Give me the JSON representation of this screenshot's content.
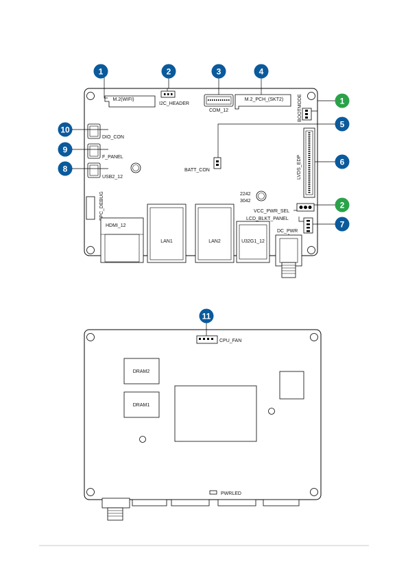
{
  "colors": {
    "callout_blue": "#0a5a9c",
    "callout_green": "#2aa24a",
    "footer_line": "#c8c8c8"
  },
  "top_view": {
    "connectors": {
      "m2_wifi": "M.2(WIFI)",
      "i2c_header": "I2C_HEADER",
      "com_12": "COM_12",
      "m2_pch": "M.2_PCH_(SKT2)",
      "bootmode": "BOOTMODE",
      "dio_con": "DIO_CON",
      "f_panel": "F_PANEL",
      "usb2_12": "USB2_12",
      "batt_con": "BATT_CON",
      "lvds_edp": "LVDS_EDP",
      "size_2242": "2242",
      "size_3042": "3042",
      "vcc_pwr_sel": "VCC_PWR_SEL",
      "lcd_blkt_panel": "LCD_BLKT_PANEL",
      "dc_pwr": "DC_PWR",
      "fpc_debug": "FPC_DEBUG",
      "hdmi_12": "HDMI_12",
      "lan1": "LAN1",
      "lan2": "LAN2",
      "u32g1_12": "U32G1_12"
    },
    "callouts": [
      "1",
      "2",
      "3",
      "4",
      "1",
      "5",
      "6",
      "2",
      "7",
      "10",
      "9",
      "8"
    ]
  },
  "bottom_view": {
    "connectors": {
      "cpu_fan": "CPU_FAN",
      "dram2": "DRAM2",
      "dram1": "DRAM1",
      "pwrled": "PWRLED"
    },
    "callouts": [
      "11"
    ]
  }
}
